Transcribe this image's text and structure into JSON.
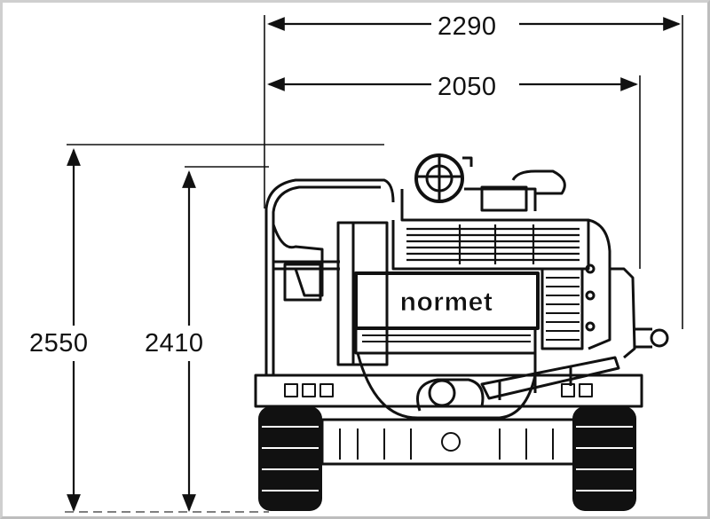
{
  "dimensions": {
    "overall_width": "2290",
    "track_width": "2050",
    "overall_height": "2550",
    "body_height": "2410"
  },
  "brand": "normet",
  "colors": {
    "line": "#111111",
    "background": "#ffffff",
    "frame": "#cfcfcf"
  }
}
